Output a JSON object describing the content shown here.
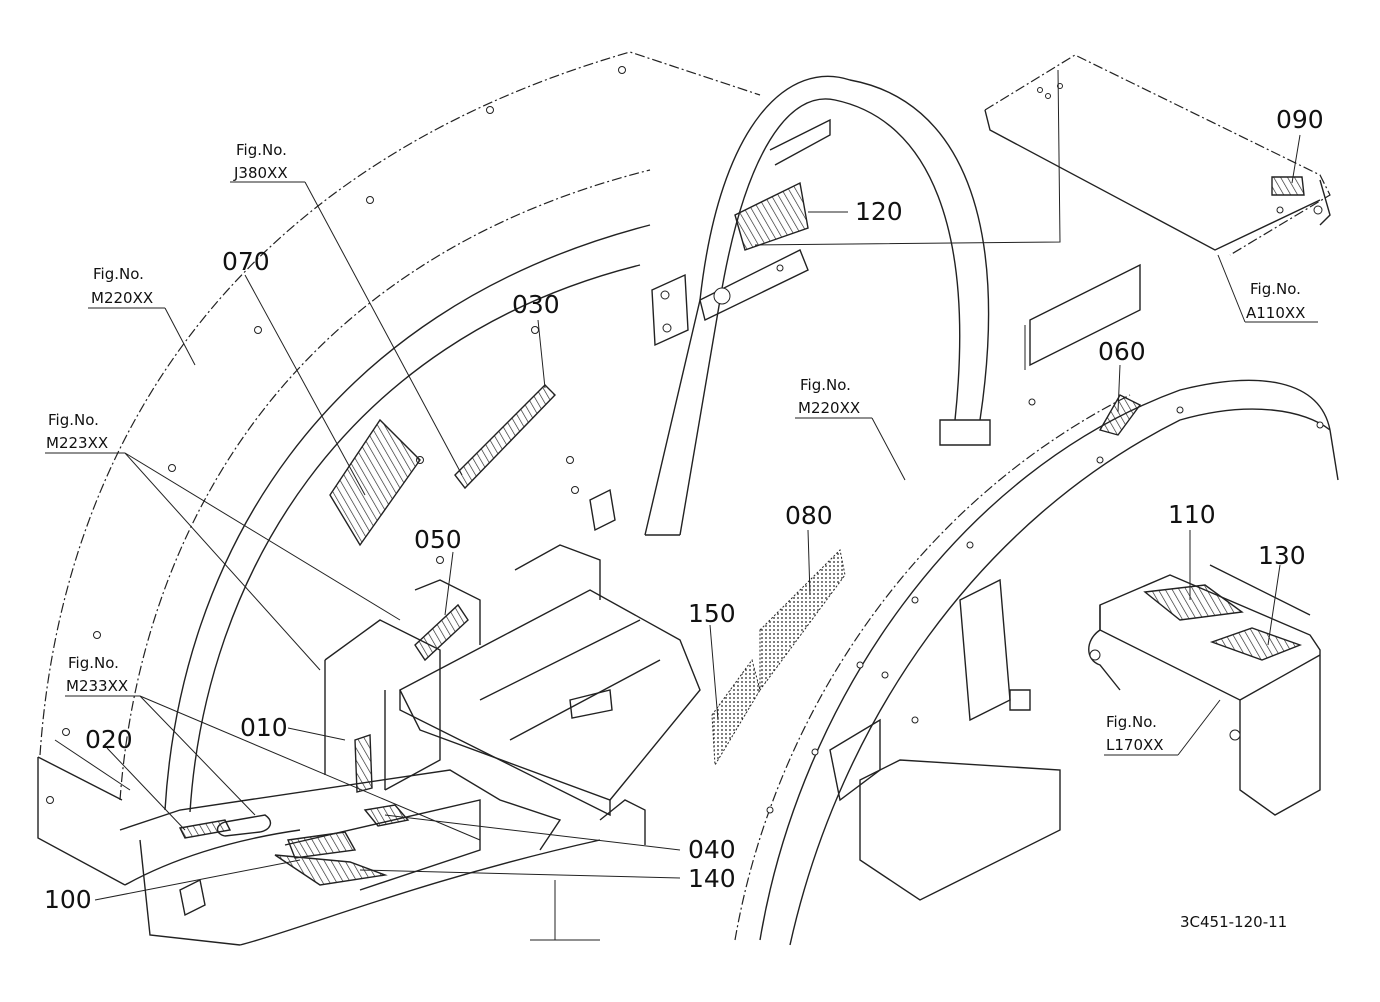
{
  "parts": {
    "p010": "010",
    "p020": "020",
    "p030": "030",
    "p040": "040",
    "p050": "050",
    "p060": "060",
    "p070": "070",
    "p080": "080",
    "p090": "090",
    "p100": "100",
    "p110": "110",
    "p120": "120",
    "p130": "130",
    "p140": "140",
    "p150": "150"
  },
  "fig_refs": {
    "j380": {
      "label": "Fig.No.",
      "code": "J380XX"
    },
    "m220_left": {
      "label": "Fig.No.",
      "code": "M220XX"
    },
    "m223": {
      "label": "Fig.No.",
      "code": "M223XX"
    },
    "m233": {
      "label": "Fig.No.",
      "code": "M233XX"
    },
    "m220_right": {
      "label": "Fig.No.",
      "code": "M220XX"
    },
    "a110": {
      "label": "Fig.No.",
      "code": "A110XX"
    },
    "l170": {
      "label": "Fig.No.",
      "code": "L170XX"
    }
  },
  "drawing_code": "3C451-120-11",
  "colors": {
    "line": "#222222",
    "background": "#ffffff"
  }
}
